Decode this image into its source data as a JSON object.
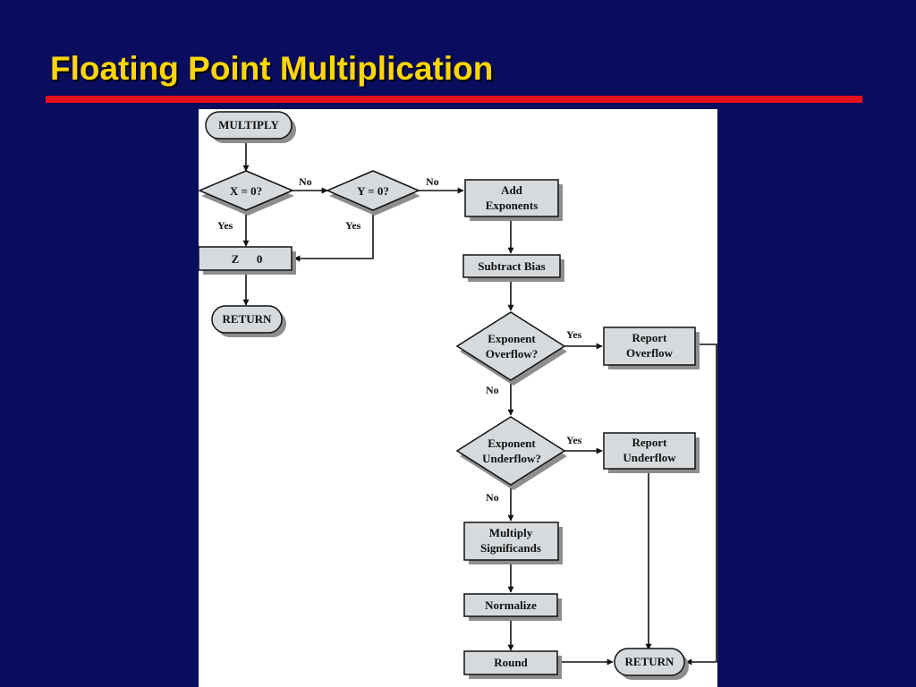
{
  "slide": {
    "title": "Floating Point Multiplication"
  },
  "colors": {
    "background": "#0a0c5e",
    "title_text": "#ffd700",
    "title_rule": "#e8101a",
    "panel": "#ffffff",
    "node_fill": "#d6dadd"
  },
  "flowchart": {
    "nodes": {
      "multiply": "MULTIPLY",
      "x_zero": "X = 0?",
      "y_zero": "Y = 0?",
      "z_zero": "Z      0",
      "return_left": "RETURN",
      "add_exponents": [
        "Add",
        "Exponents"
      ],
      "subtract_bias": "Subtract Bias",
      "exp_overflow": [
        "Exponent",
        "Overflow?"
      ],
      "report_overflow": [
        "Report",
        "Overflow"
      ],
      "exp_underflow": [
        "Exponent",
        "Underflow?"
      ],
      "report_underflow": [
        "Report",
        "Underflow"
      ],
      "multiply_significands": [
        "Multiply",
        "Significands"
      ],
      "normalize": "Normalize",
      "round": "Round",
      "return_right": "RETURN"
    },
    "edge_labels": {
      "x_no": "No",
      "y_no": "No",
      "x_yes": "Yes",
      "y_yes": "Yes",
      "overflow_yes": "Yes",
      "overflow_no": "No",
      "underflow_yes": "Yes",
      "underflow_no": "No"
    }
  }
}
